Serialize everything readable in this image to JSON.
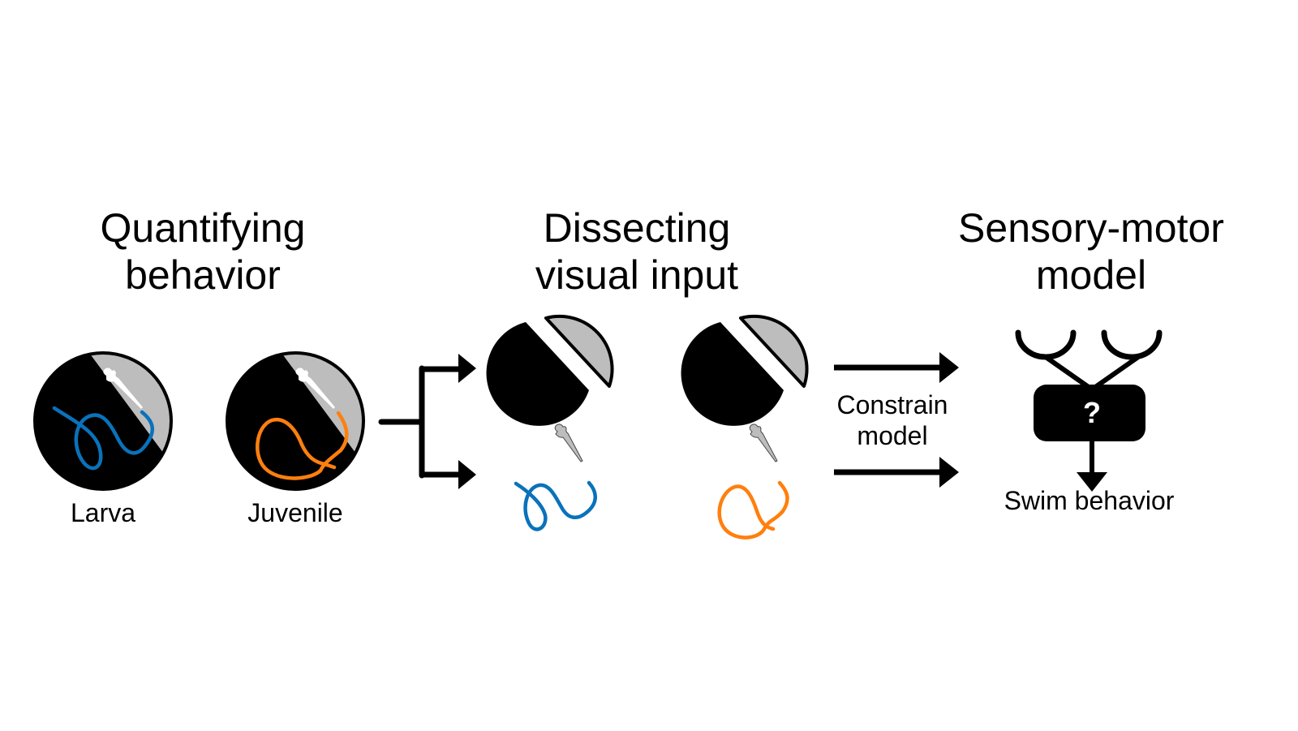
{
  "titles": {
    "quantifying": [
      "Quantifying",
      "behavior"
    ],
    "dissecting": [
      "Dissecting",
      "visual input"
    ],
    "model": [
      "Sensory-motor",
      "model"
    ]
  },
  "labels": {
    "larva": "Larva",
    "juvenile": "Juvenile",
    "constrain": [
      "Constrain",
      "model"
    ],
    "swim": "Swim behavior",
    "question": "?"
  },
  "colors": {
    "larva": "#0a72ba",
    "juvenile": "#ff7f0e",
    "gray": "#bdbdbd",
    "black": "#000000"
  }
}
